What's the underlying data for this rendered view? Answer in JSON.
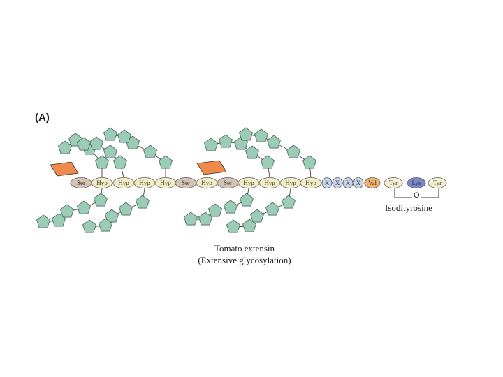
{
  "panel_label": "(A)",
  "residues": [
    "Ser",
    "Hyp",
    "Hyp",
    "Hyp",
    "Hyp",
    "Ser",
    "Hyp",
    "Ser",
    "Hyp",
    "Hyp",
    "Hyp",
    "Hyp",
    "X",
    "X",
    "X",
    "X",
    "Val",
    "Tyr",
    "Lys",
    "Tyr"
  ],
  "bridge_label": "O",
  "annotation": "Isodityrosine",
  "caption": {
    "line1": "Tomato extensin",
    "line2": "(Extensive glycosylation)"
  },
  "colors": {
    "ser": "#d4c3b3",
    "hyp": "#f2edc5",
    "x": "#c8d4ef",
    "val": "#f0b070",
    "tyr": "#f4f1d3",
    "lys": "#7c86cc",
    "sugar": "#9ccbb6",
    "galactose": "#ee8a4c"
  },
  "icons": [
    "pentagon-sugar-icon",
    "galactose-icon"
  ]
}
